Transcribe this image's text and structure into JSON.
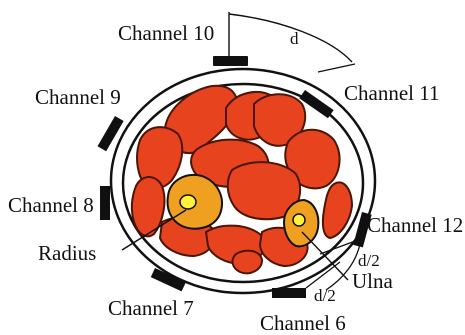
{
  "labels": {
    "channel_10": "Channel 10",
    "channel_9": "Channel 9",
    "channel_8": "Channel 8",
    "channel_7": "Channel 7",
    "channel_6": "Channel 6",
    "channel_11": "Channel 11",
    "channel_12": "Channel 12",
    "radius": "Radius",
    "ulna": "Ulna",
    "spacing_d": "d",
    "half_spacing_upper": "d/2",
    "half_spacing_lower": "d/2"
  },
  "colors": {
    "muscle": "#e8431f",
    "bone_outer": "#f0a020",
    "bone_marrow": "#fff23a",
    "outline": "#111111",
    "sensor": "#101010"
  }
}
